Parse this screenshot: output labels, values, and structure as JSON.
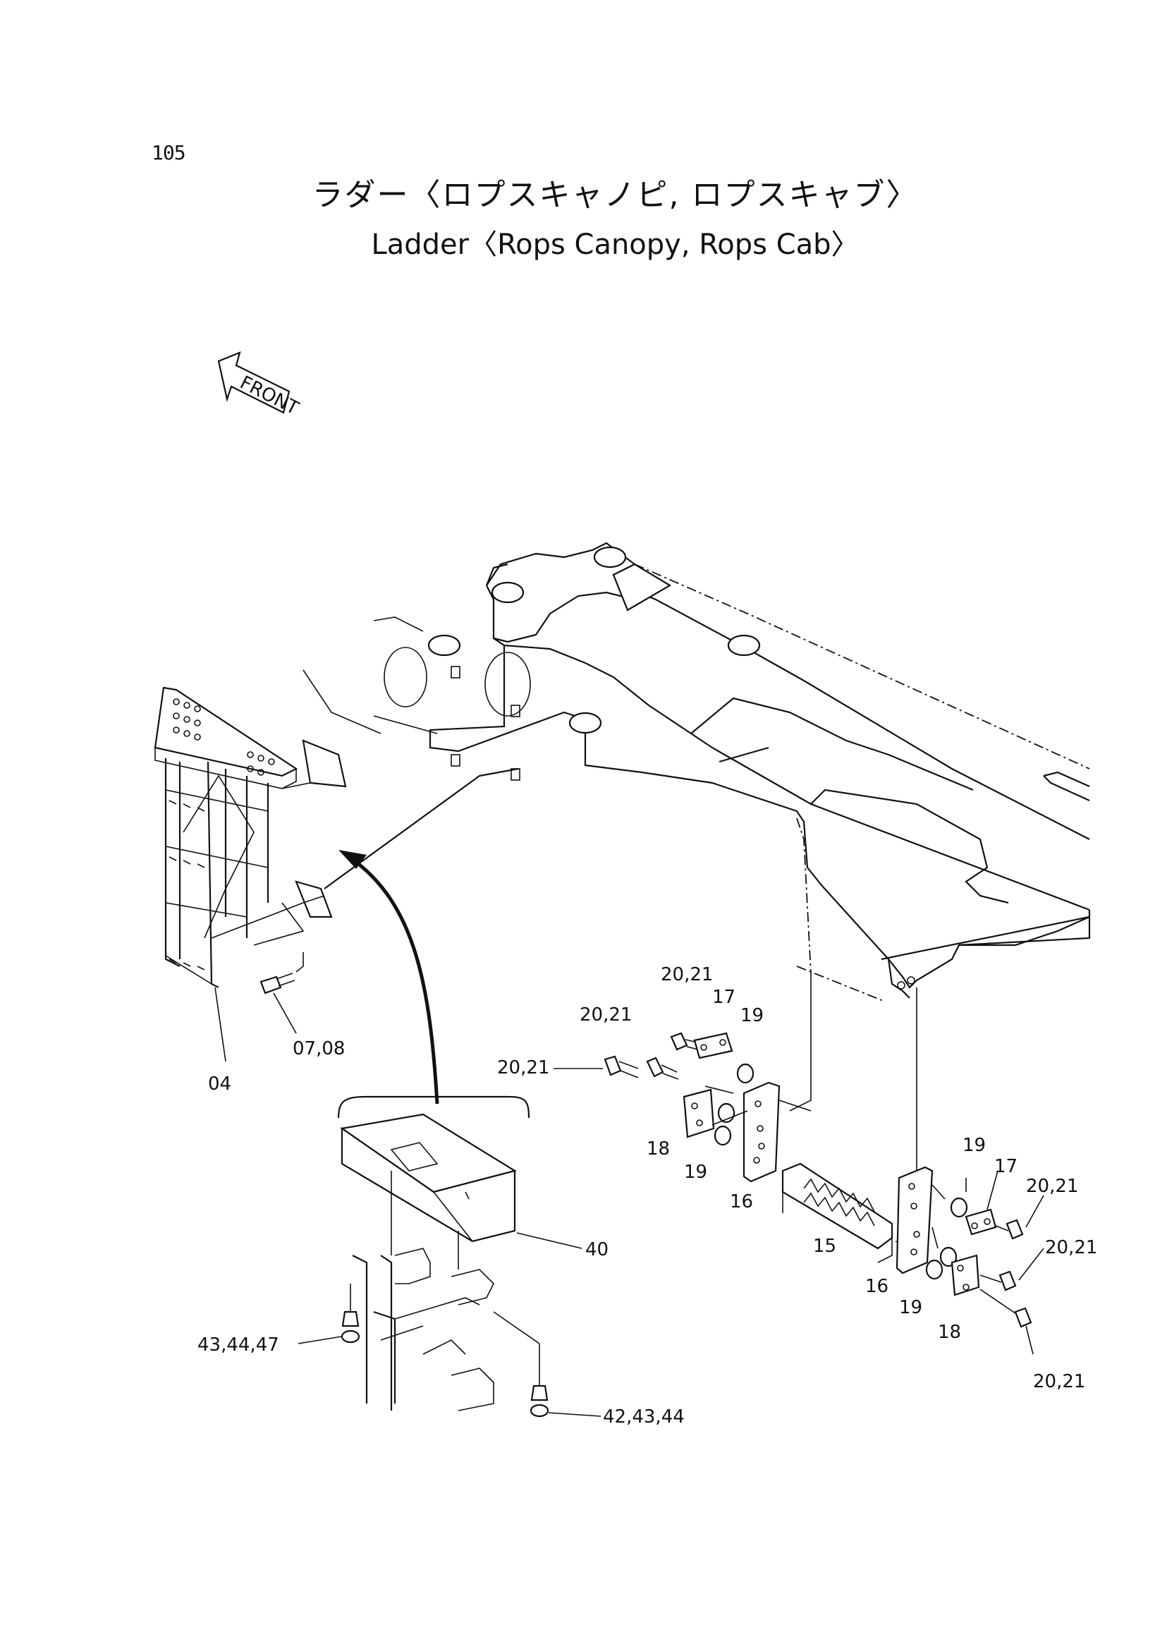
{
  "page_number": "105",
  "title_jp": "ラダー〈ロプスキャノピ, ロプスキャブ〉",
  "title_en": "Ladder〈Rops Canopy, Rops Cab〉",
  "front_label": "FRONT",
  "part_labels": {
    "p04": "04",
    "p0708": "07,08",
    "p40": "40",
    "p434447": "43,44,47",
    "p424344": "42,43,44",
    "p15": "15",
    "p16a": "16",
    "p16b": "16",
    "p17a": "17",
    "p17b": "17",
    "p18a": "18",
    "p18b": "18",
    "p19a": "19",
    "p19b": "19",
    "p19c": "19",
    "p19d": "19",
    "p2021a": "20,21",
    "p2021b": "20,21",
    "p2021c": "20,21",
    "p2021d": "20,21",
    "p2021e": "20,21",
    "p2021f": "20,21"
  }
}
